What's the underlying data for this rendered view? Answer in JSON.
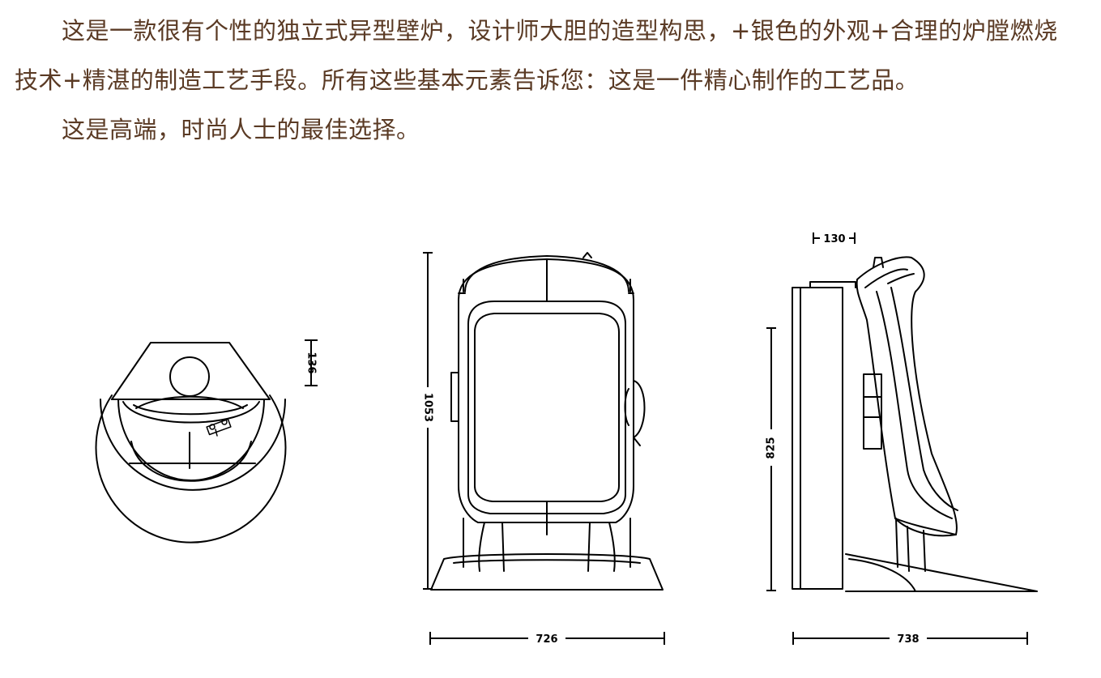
{
  "description": {
    "paragraph1": "这是一款很有个性的独立式异型壁炉，设计师大胆的造型构思，+银色的外观+合理的炉膛燃烧技术+精湛的制造工艺手段。所有这些基本元素告诉您：这是一件精心制作的工艺品。",
    "paragraph2": "这是高端，时尚人士的最佳选择。"
  },
  "dimensions": {
    "top_view_depth": "136",
    "front_height": "1053",
    "front_width": "726",
    "side_offset": "130",
    "side_height": "825",
    "side_width": "738"
  },
  "colors": {
    "text": "#5a3a24",
    "line": "#000000"
  }
}
